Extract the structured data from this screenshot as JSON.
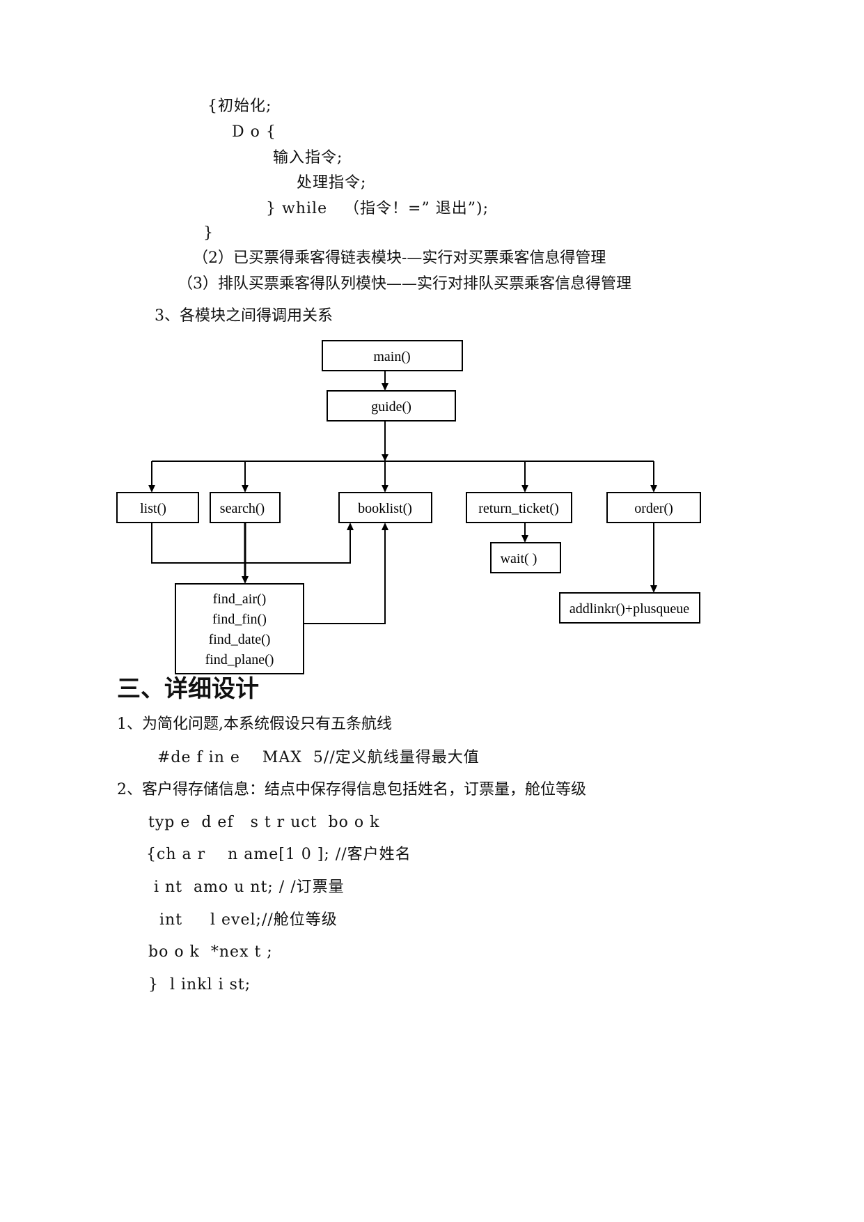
{
  "pseudocode": {
    "line1": "{初始化;",
    "line2": "D o {",
    "line3": "输入指令;",
    "line4": "处理指令;",
    "line5": "} while   （指令！=” 退出”);",
    "line6": "}"
  },
  "modules": {
    "item2": "（2）已买票得乘客得链表模块-—实行对买票乘客信息得管理",
    "item3": "（3）排队买票乘客得队列模快——实行对排队买票乘客信息得管理"
  },
  "section3_title": "3、各模块之间得调用关系",
  "diagram": {
    "nodes": {
      "main": "main()",
      "guide": "guide()",
      "list": "list()",
      "search": "search()",
      "booklist": "booklist()",
      "return_ticket": "return_ticket()",
      "order": "order()",
      "wait": "wait( )",
      "addlinkr": "addlinkr()+plusqueue",
      "find_air": "find_air()",
      "find_fin": "find_fin()",
      "find_date": "find_date()",
      "find_plane": "find_plane()"
    }
  },
  "heading": "三、详细设计",
  "detail": {
    "p1": "1、为简化问题,本系统假设只有五条航线",
    "define_line": "#de f in e    MAX  5//定义航线量得最大值",
    "p2": "2、客户得存储信息：结点中保存得信息包括姓名，订票量，舱位等级",
    "code1": "typ e  d ef   s t r uct  bo o k",
    "code2": "{ch a r    n ame[1 0 ]; //客户姓名",
    "code3": " i nt  amo u nt; / /订票量",
    "code4": "  int     l evel;//舱位等级",
    "code5": "bo o k  *nex t ;",
    "code6": "}  l inkl i st;"
  }
}
